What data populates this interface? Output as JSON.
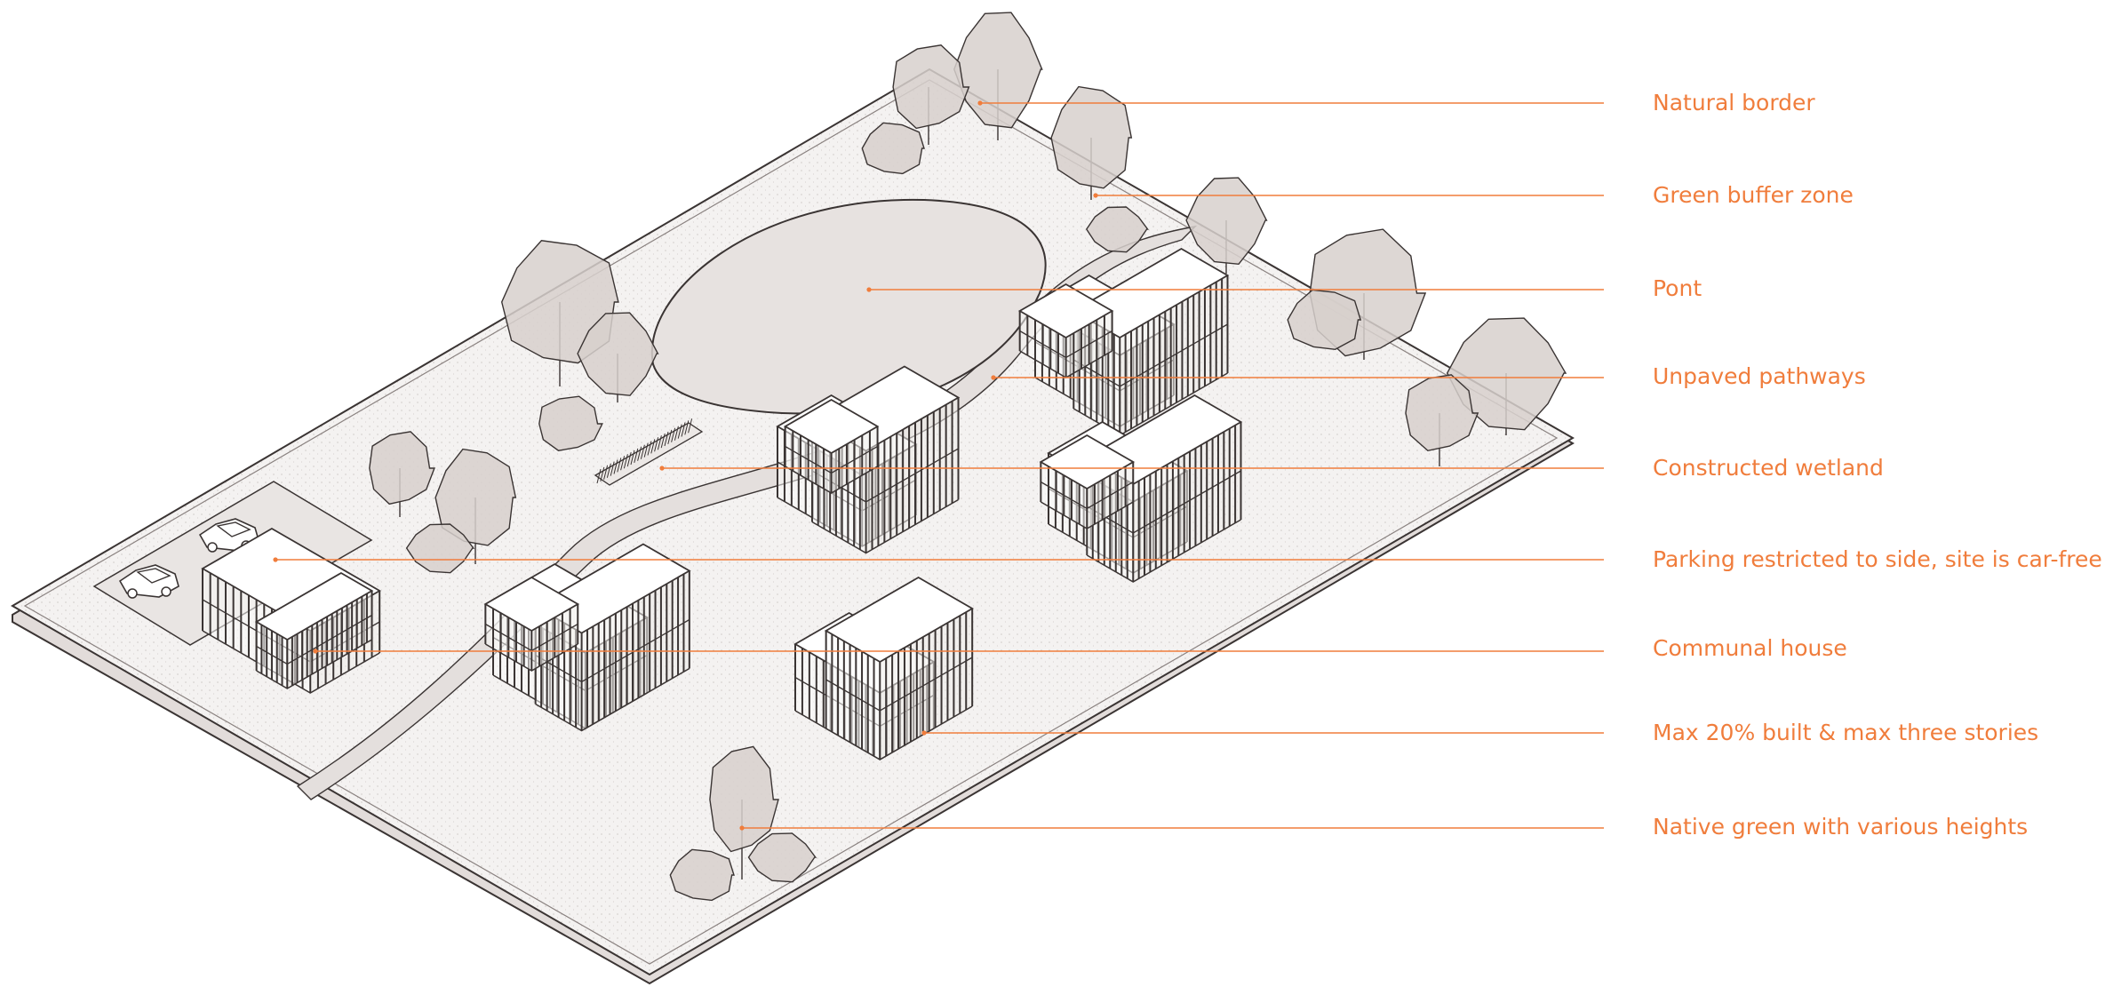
{
  "theme": {
    "accent": "#f07d3c",
    "line": "#3a3433",
    "ground": "#f3f1f0",
    "canopy": "#d7d0cd",
    "canopy_dark": "#b9b1ae"
  },
  "annotations": [
    {
      "id": "natural-border",
      "text": "Natural border"
    },
    {
      "id": "green-buffer-zone",
      "text": "Green buffer zone"
    },
    {
      "id": "pond",
      "text": "Pont"
    },
    {
      "id": "unpaved-pathways",
      "text": "Unpaved pathways"
    },
    {
      "id": "constructed-wetland",
      "text": "Constructed wetland"
    },
    {
      "id": "parking",
      "text": "Parking restricted to side, site is car-free"
    },
    {
      "id": "communal-house",
      "text": "Communal house"
    },
    {
      "id": "max-built",
      "text": "Max 20% built & max three stories"
    },
    {
      "id": "native-green",
      "text": "Native green with various heights"
    }
  ]
}
